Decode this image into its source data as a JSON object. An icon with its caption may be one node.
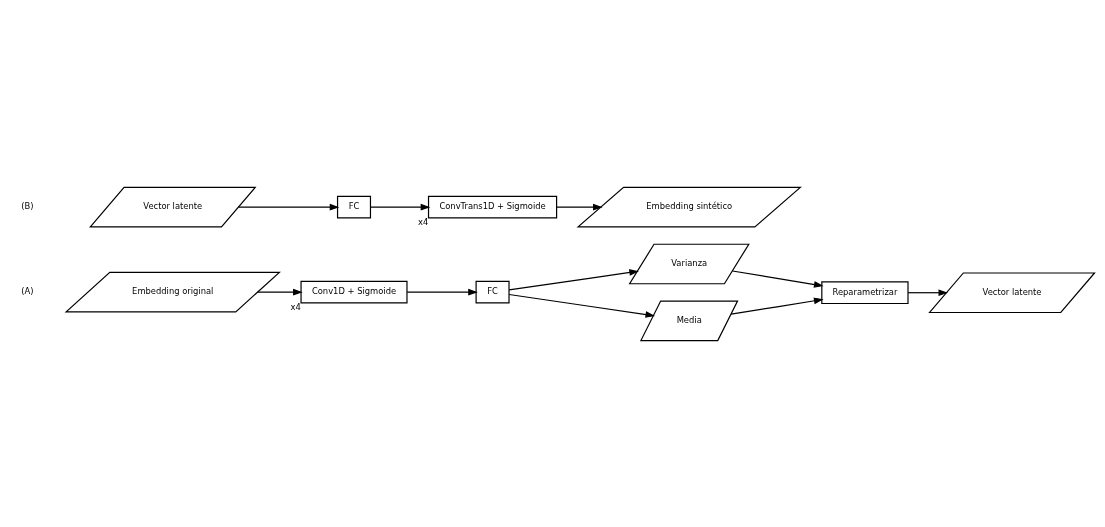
{
  "diagram": {
    "nodes": [
      {
        "text": [
          "Embedding original"
        ]
      },
      {
        "text": [
          "Conv1D + Sigmoide"
        ],
        "beside": [
          "x4"
        ]
      },
      {
        "text": [
          "FC"
        ]
      },
      {
        "text": [
          "Varianza"
        ]
      },
      {
        "text": [
          "Media"
        ]
      },
      {
        "text": [
          "Reparametrizar"
        ]
      },
      {
        "text": [
          "Vector latente"
        ]
      },
      {
        "text": [
          "Vector latente"
        ]
      },
      {
        "text": [
          "FC"
        ]
      },
      {
        "text": [
          "ConvTrans1D + Sigmoide"
        ],
        "beside": [
          "x4"
        ]
      },
      {
        "text": [
          "Embedding sintético"
        ]
      }
    ],
    "edges": [
      {
        "from": 0,
        "to": 1,
        "arrow": "to"
      },
      {
        "from": 1,
        "to": 2,
        "arrow": "to"
      },
      {
        "from": 2,
        "to": 3,
        "arrow": "to"
      },
      {
        "from": 2,
        "to": 4,
        "arrow": "to"
      },
      {
        "from": 3,
        "to": 5,
        "arrow": "to"
      },
      {
        "from": 4,
        "to": 5,
        "arrow": "to"
      },
      {
        "from": 5,
        "to": 6,
        "arrow": "to"
      },
      {
        "from": 7,
        "to": 8,
        "arrow": "to"
      },
      {
        "from": 8,
        "to": 9,
        "arrow": "to"
      },
      {
        "from": 9,
        "to": 10,
        "arrow": "to"
      }
    ],
    "labels": [
      "(A)",
      "(B)"
    ]
  }
}
